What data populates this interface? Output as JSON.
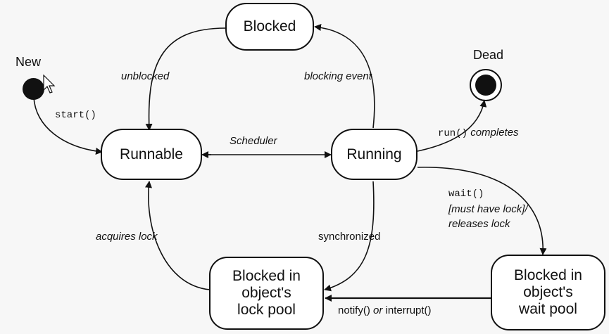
{
  "states": {
    "new": "New",
    "blocked": "Blocked",
    "runnable": "Runnable",
    "running": "Running",
    "dead": "Dead",
    "lock_pool": "Blocked in\nobject's\nlock pool",
    "wait_pool": "Blocked in\nobject's\nwait pool"
  },
  "transitions": {
    "start": "start()",
    "unblocked": "unblocked",
    "blocking_event": "blocking event",
    "scheduler": "Scheduler",
    "run_mono": "run()",
    "run_completes": "completes",
    "wait_mono": "wait()",
    "wait_note_1": "[must have lock]/",
    "wait_note_2": "releases lock",
    "acquires_lock": "acquires lock",
    "synchronized": "synchronized",
    "notify": "notify()",
    "or": "or",
    "interrupt": "interrupt()"
  }
}
